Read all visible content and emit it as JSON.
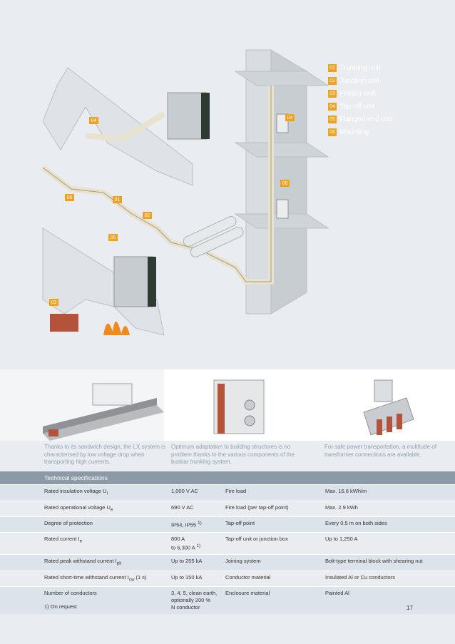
{
  "legend": [
    {
      "num": "01",
      "label": "Trunking unit"
    },
    {
      "num": "02",
      "label": "Junction unit"
    },
    {
      "num": "03",
      "label": "Feeder unit"
    },
    {
      "num": "04",
      "label": "Tap-off unit"
    },
    {
      "num": "05",
      "label": "Flanged end unit"
    },
    {
      "num": "06",
      "label": "Mounting"
    }
  ],
  "diagram_tags": [
    "04",
    "04",
    "06",
    "06",
    "01",
    "02",
    "05",
    "03"
  ],
  "captions": [
    "Thanks to its sandwich design, the LX system is characterised by low voltage drop when transporting high currents.",
    "Optimum adaptation to building structures is no problem thanks to the various components of the busbar trunking system.",
    "For safe power transportation, a multitude of transformer connections are available."
  ],
  "specs": {
    "title": "Technical specifications",
    "rows": [
      {
        "l1": "Rated insulation voltage U",
        "l1sub": "i",
        "l1post": "",
        "v1": "1,000 V AC",
        "l2": "Fire load",
        "v2": "Max. 16.6 kWh/m"
      },
      {
        "l1": "Rated operational voltage U",
        "l1sub": "e",
        "l1post": "",
        "v1": "690 V AC",
        "l2": "Fire load (per tap-off point)",
        "v2": "Max. 2.9 kWh"
      },
      {
        "l1": "Degree of protection",
        "l1sub": "",
        "l1post": "",
        "v1": "IP54, IP55",
        "v1sup": "1)",
        "l2": "Tap-off point",
        "v2": "Every 0.5 m on both sides"
      },
      {
        "l1": "Rated current I",
        "l1sub": "e",
        "l1post": "",
        "v1": "800 A",
        "v1b": "to 6,300 A",
        "v1bsup": "1)",
        "l2": "Tap-off unit or junction box",
        "v2": "Up to 1,250 A"
      },
      {
        "l1": "Rated peak withstand current I",
        "l1sub": "pk",
        "l1post": "",
        "v1": "Up to 255 kA",
        "l2": "Joining system",
        "v2": "Bolt-type terminal block with shearing nut"
      },
      {
        "l1": "Rated short-time withstand current I",
        "l1sub": "cw",
        "l1post": " (1 s)",
        "v1": "Up to 150 kA",
        "l2": "Conductor material",
        "v2": "Insulated Al or Cu conductors"
      },
      {
        "l1": "Number of conductors",
        "l1sub": "",
        "l1post": "",
        "v1": "3, 4, 5, clean earth,",
        "v1b": "optionally 200 %",
        "v1c": "N conductor",
        "l2": "Enclosure material",
        "v2": "Painted Al"
      }
    ]
  },
  "footnote": "1) On request",
  "page_number": "17",
  "colors": {
    "accent": "#f0a21e",
    "header": "#8c9aa7",
    "caption": "#8fa0b0"
  }
}
